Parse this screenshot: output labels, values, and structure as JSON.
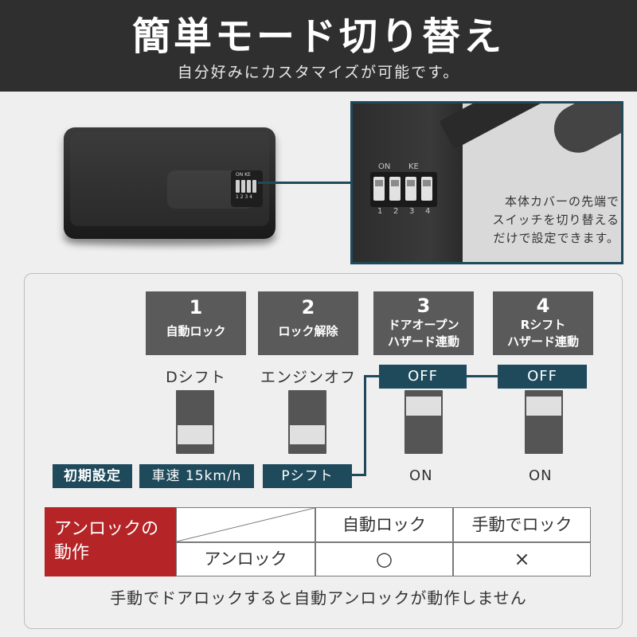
{
  "header": {
    "title": "簡単モード切り替え",
    "subtitle": "自分好みにカスタマイズが可能です。"
  },
  "device": {
    "mini_label": "ON KE",
    "mini_nums": "1 2 3 4"
  },
  "zoom": {
    "on_label": "ON",
    "ke_label": "KE",
    "nums": [
      "1",
      "2",
      "3",
      "4"
    ],
    "caption": [
      "本体カバーの先端で",
      "スイッチを切り替える",
      "だけで設定できます。"
    ]
  },
  "switches": [
    {
      "num": "1",
      "label": "自動ロック",
      "top_text": "Dシフト",
      "bottom_text": "車速 15km/h"
    },
    {
      "num": "2",
      "label": "ロック解除",
      "top_text": "エンジンオフ",
      "bottom_text": "Pシフト"
    },
    {
      "num": "3",
      "label_line1": "ドアオープン",
      "label_line2": "ハザード連動",
      "top_text": "OFF",
      "bottom_text": "ON"
    },
    {
      "num": "4",
      "label_line1": "Rシフト",
      "label_line2": "ハザード連動",
      "top_text": "OFF",
      "bottom_text": "ON"
    }
  ],
  "initial_setting_label": "初期設定",
  "table": {
    "head": [
      "アンロックの",
      "動作"
    ],
    "col1": "自動ロック",
    "col2": "手動でロック",
    "row_label": "アンロック",
    "val1": "○",
    "val2": "×"
  },
  "note": "手動でドアロックすると自動アンロックが動作しません",
  "colors": {
    "header_bg": "#2f2f2f",
    "accent_teal": "#1e4a5c",
    "accent_red": "#b52427",
    "box_gray": "#5a5a5a"
  }
}
